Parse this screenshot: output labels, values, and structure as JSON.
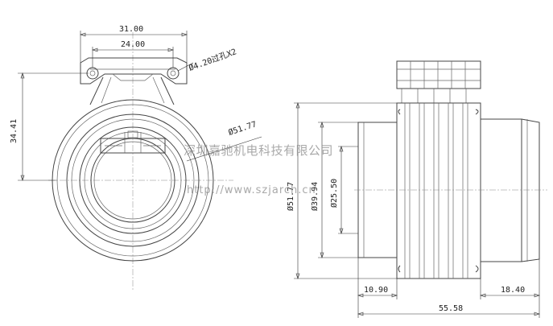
{
  "dimensions": {
    "width_outer": "31.00",
    "width_inner": "24.00",
    "hole_note": "Ø4.20过孔X2",
    "height_left": "34.41",
    "dia_outer_front": "Ø51.77",
    "dia_outer_side": "Ø51.77",
    "dia_mid": "Ø39.94",
    "dia_inner": "Ø25.50",
    "len_left": "10.90",
    "len_right": "18.40",
    "len_total": "55.58"
  },
  "watermark": {
    "company": "深圳嘉驰机电科技有限公司",
    "url": "http://www.szjarch.cn"
  }
}
